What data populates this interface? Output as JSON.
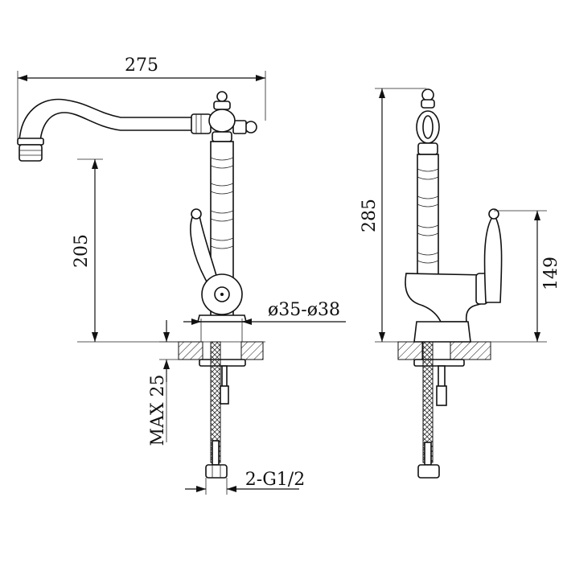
{
  "drawing": {
    "dimensions": {
      "spout_reach": "275",
      "spout_height": "205",
      "hole_diameter": "ø35-ø38",
      "max_counter_thickness": "MAX 25",
      "connection": "2-G1/2",
      "total_height": "285",
      "handle_height": "149"
    }
  }
}
